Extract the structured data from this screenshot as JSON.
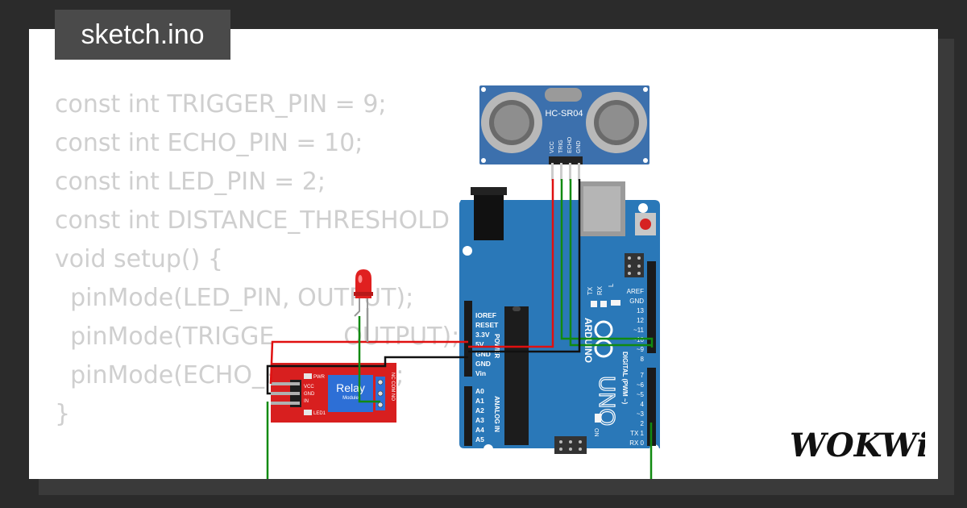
{
  "file_tab": {
    "label": "sketch.ino"
  },
  "code": {
    "lines": [
      "const int TRIGGER_PIN = 9;",
      "const int ECHO_PIN = 10;",
      "const int LED_PIN = 2;",
      "const int DISTANCE_THRESHOLD = ",
      "",
      "void setup() {",
      "  pinMode(LED_PIN, OUTPUT);",
      "  pinMode(TRIGGE         OUTPUT);",
      "  pinMode(ECHO_P              );",
      "}"
    ]
  },
  "sensor": {
    "label": "HC-SR04",
    "pins": [
      "VCC",
      "TRIG",
      "ECHO",
      "GND"
    ]
  },
  "relay": {
    "label": "Relay",
    "sublabel": "Module",
    "pins": [
      "VCC",
      "GND",
      "IN"
    ],
    "leds": [
      "PWR",
      "LED1"
    ],
    "outputs": "NC COM NO"
  },
  "arduino": {
    "brand": "ARDUINO",
    "model": "UNO",
    "power_header_title": "POWER",
    "analog_header_title": "ANALOG IN",
    "digital_header_title": "DIGITAL (PWM ~)",
    "power_pins": [
      "IOREF",
      "RESET",
      "3.3V",
      "5V",
      "GND",
      "GND",
      "Vin"
    ],
    "analog_pins": [
      "A0",
      "A1",
      "A2",
      "A3",
      "A4",
      "A5"
    ],
    "digital_top_pins": [
      "AREF",
      "GND",
      "13",
      "12",
      "~11",
      "~10",
      "~9",
      "8"
    ],
    "digital_bottom_pins": [
      "7",
      "~6",
      "~5",
      "4",
      "~3",
      "2",
      "TX 1",
      "RX 0"
    ],
    "leds": [
      "L",
      "TX",
      "RX",
      "ON"
    ]
  },
  "branding": {
    "logo_text": "WOKWi"
  },
  "colors": {
    "background": "#2b2b2b",
    "card": "#ffffff",
    "code_text": "#cfcfcf",
    "arduino_board": "#2a78b8",
    "sensor_board": "#3c70ad",
    "relay_board": "#d81f1f",
    "relay_block": "#2d6fd6",
    "wire_red": "#e01010",
    "wire_green": "#118a11",
    "wire_black": "#111111",
    "led_red": "#e02020"
  }
}
